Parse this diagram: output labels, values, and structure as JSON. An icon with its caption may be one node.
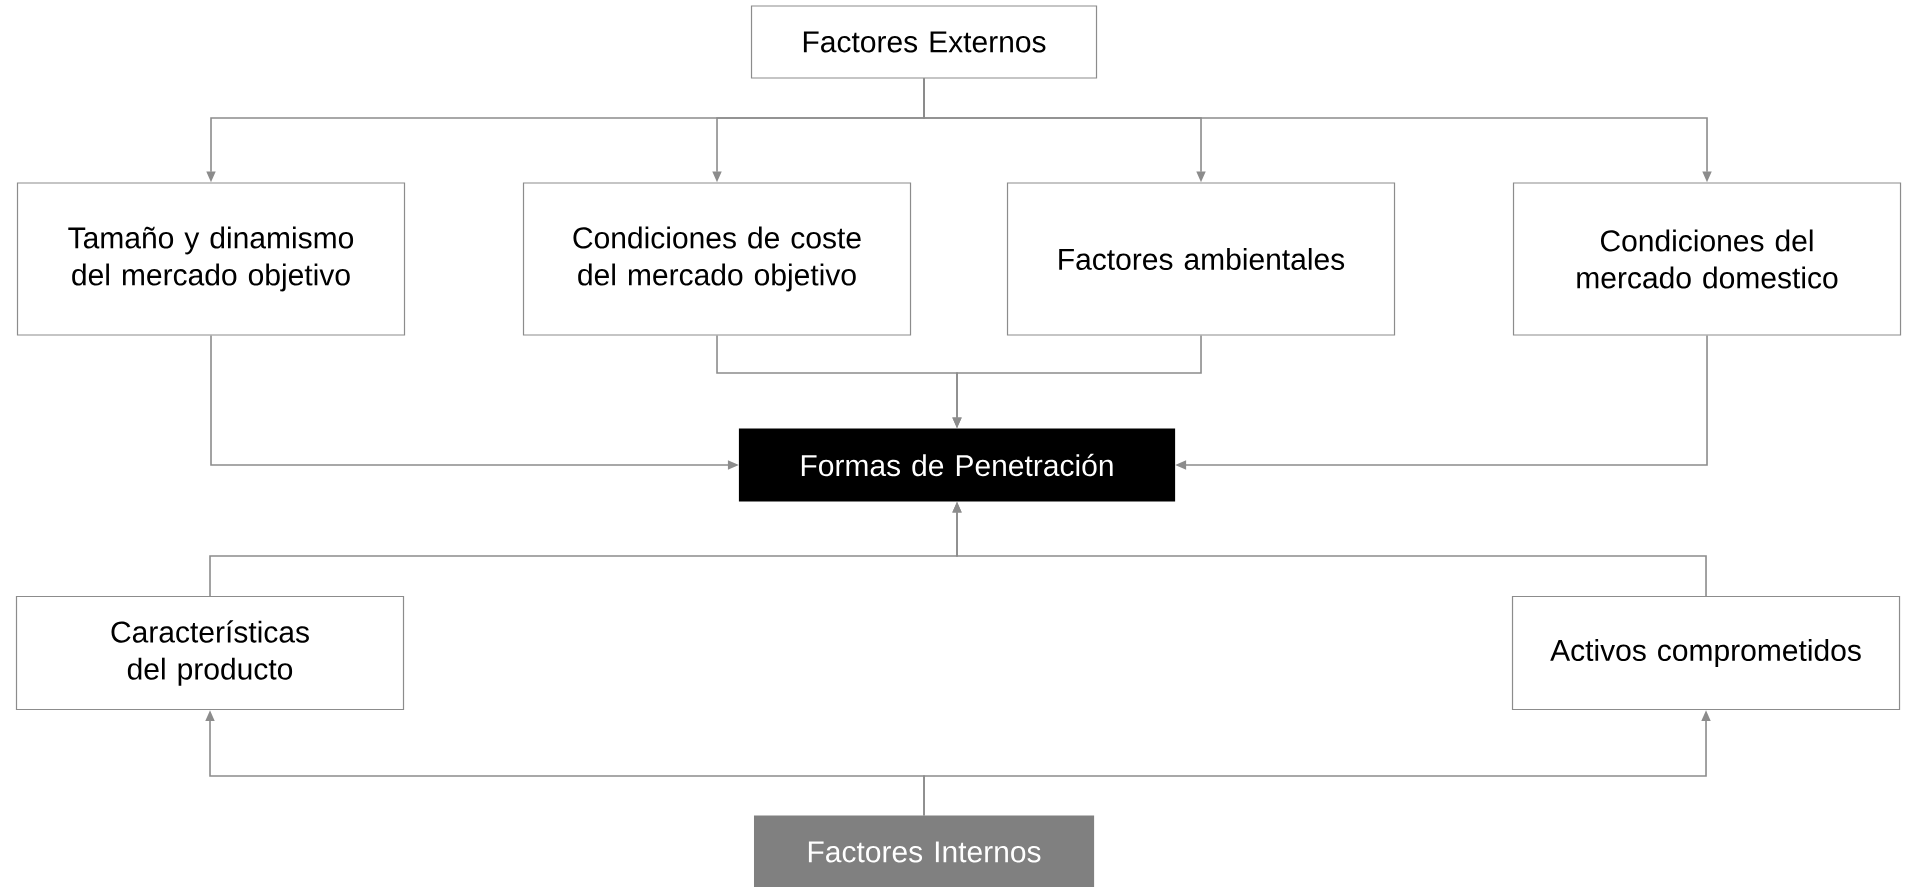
{
  "diagram": {
    "nodes": [
      {
        "text": [
          "Factores Externos"
        ]
      },
      {
        "text": [
          "Tamaño y dinamismo del mercado objetivo"
        ]
      },
      {
        "text": [
          "Condiciones de coste del mercado objetivo"
        ]
      },
      {
        "text": [
          "Factores ambientales"
        ]
      },
      {
        "text": [
          "Condiciones del mercado domestico"
        ]
      },
      {
        "text": [
          "Formas de Penetración"
        ]
      },
      {
        "text": [
          "Características del producto"
        ]
      },
      {
        "text": [
          "Activos comprometidos"
        ]
      },
      {
        "text": [
          "Factores Internos"
        ]
      }
    ],
    "edges": [
      {
        "from": 0,
        "to": 1,
        "arrow": "to"
      },
      {
        "from": 0,
        "to": 2,
        "arrow": "to"
      },
      {
        "from": 0,
        "to": 3,
        "arrow": "to"
      },
      {
        "from": 0,
        "to": 4,
        "arrow": "to"
      },
      {
        "from": 1,
        "to": 5,
        "arrow": "to"
      },
      {
        "from": 2,
        "to": 5,
        "arrow": "to"
      },
      {
        "from": 3,
        "to": 5,
        "arrow": "to"
      },
      {
        "from": 4,
        "to": 5,
        "arrow": "to"
      },
      {
        "from": 6,
        "to": 5,
        "arrow": "to"
      },
      {
        "from": 7,
        "to": 5,
        "arrow": "to"
      },
      {
        "from": 8,
        "to": 6,
        "arrow": "to"
      },
      {
        "from": 8,
        "to": 7,
        "arrow": "to"
      }
    ]
  }
}
